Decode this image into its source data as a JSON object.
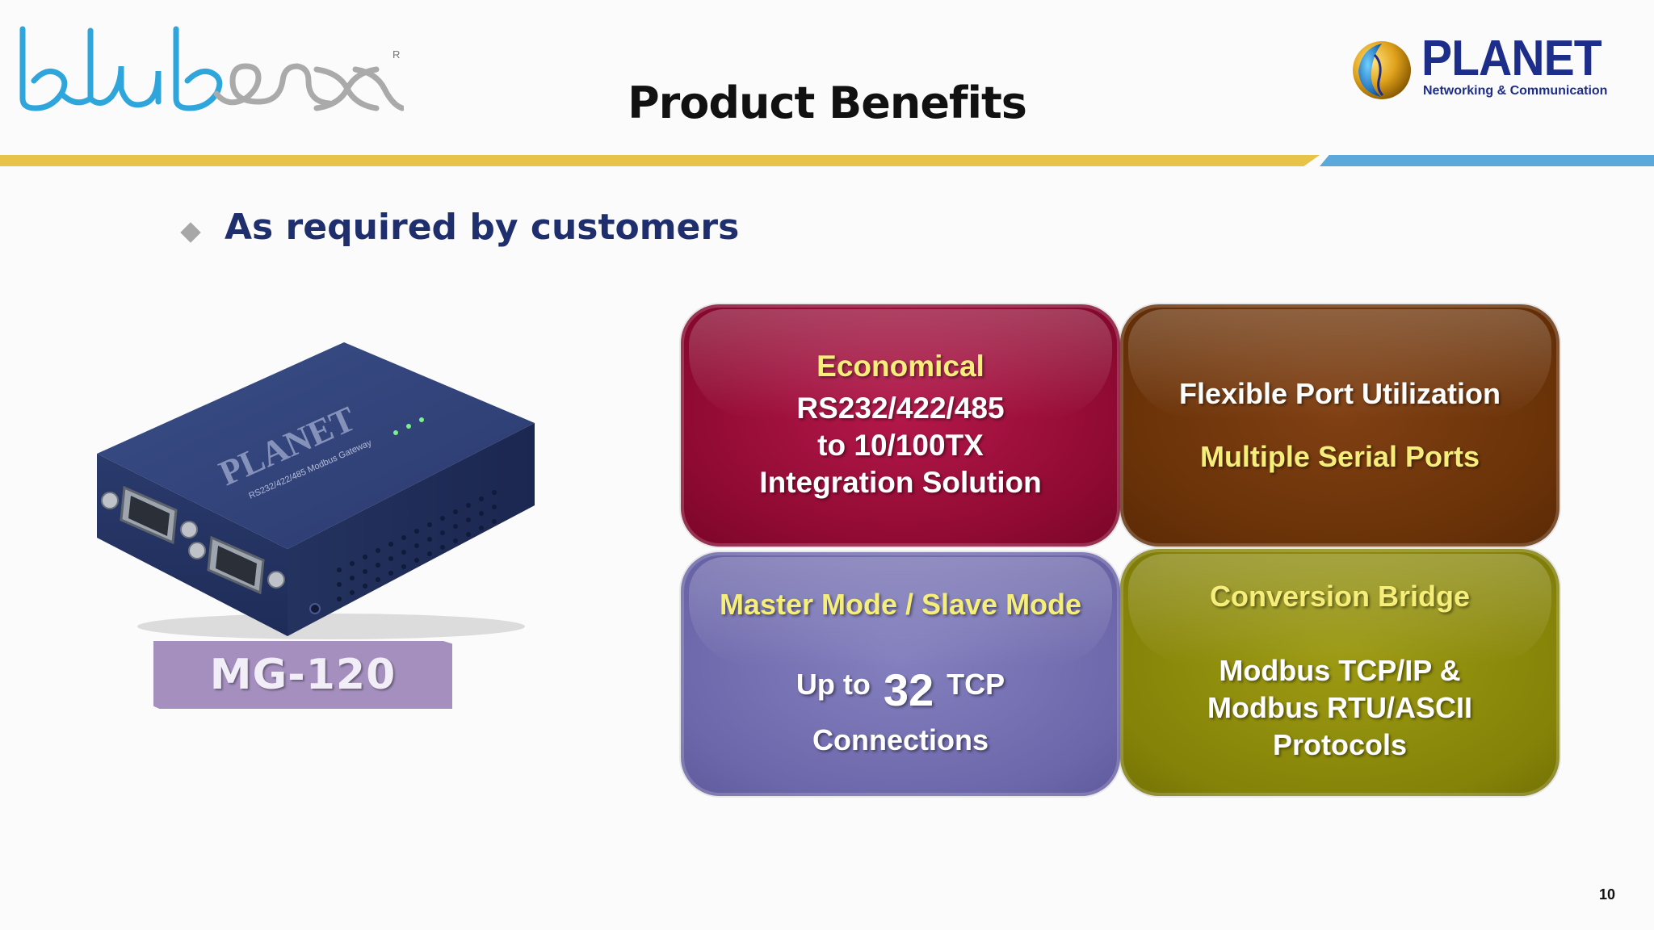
{
  "header": {
    "title": "Product Benefits",
    "left_logo_text": "bluboxx",
    "right_logo_name": "PLANET",
    "right_logo_tagline": "Networking & Communication",
    "registered_mark": "R"
  },
  "bullet": {
    "text": "As required by customers"
  },
  "product": {
    "model_label": "MG-120",
    "device_printed_text": "RS232/422/485 Modbus Gateway"
  },
  "benefits": {
    "economical": {
      "heading": "Economical",
      "line1": "RS232/422/485",
      "line2": "to 10/100TX",
      "line3": "Integration Solution"
    },
    "flexible": {
      "line1": "Flexible Port Utilization",
      "line2": "Multiple Serial Ports"
    },
    "mode": {
      "heading": "Master Mode / Slave Mode",
      "upto_prefix": "Up to",
      "upto_number": "32",
      "upto_suffix": "TCP",
      "line3": "Connections"
    },
    "bridge": {
      "heading": "Conversion Bridge",
      "line1": "Modbus TCP/IP &",
      "line2": "Modbus RTU/ASCII",
      "line3": "Protocols"
    }
  },
  "footer": {
    "page_number": "10"
  },
  "colors": {
    "title": "#111111",
    "bullet_text": "#1f2f6e",
    "yellow_band": "#e8c34a",
    "blue_band": "#5ba9da",
    "card_red": "#8f0a33",
    "card_brown": "#6a3208",
    "card_purple": "#6c67aa",
    "card_olive": "#858308",
    "highlight_yellow": "#f6ee7a",
    "model_label_bg": "#a48fbf"
  }
}
